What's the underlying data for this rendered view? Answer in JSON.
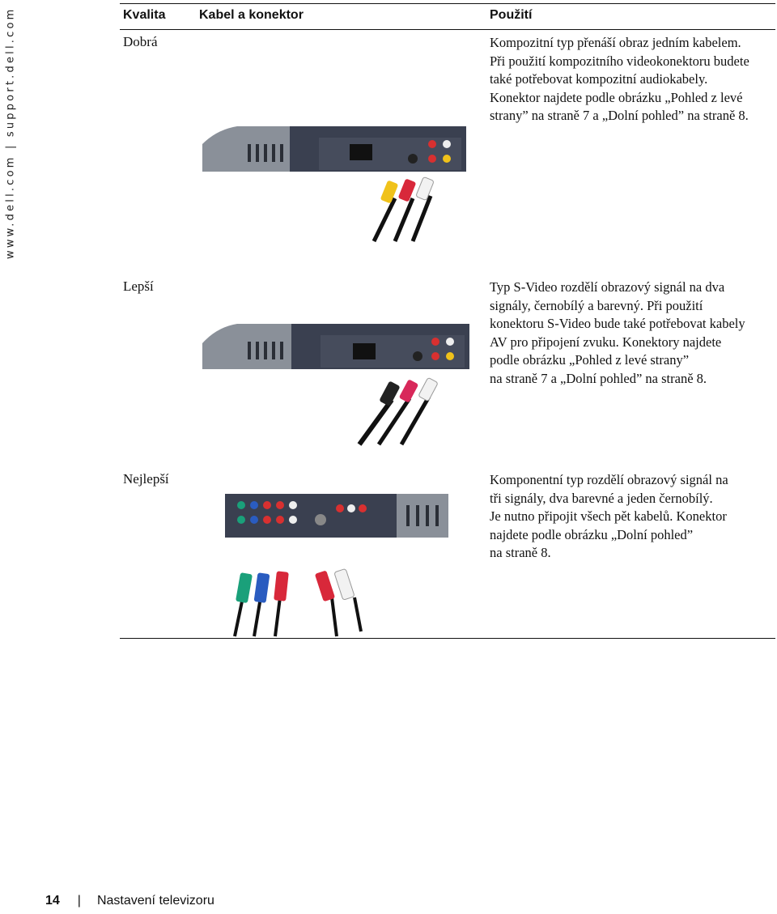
{
  "side_url": "www.dell.com | support.dell.com",
  "table": {
    "headers": {
      "quality": "Kvalita",
      "cable": "Kabel a konektor",
      "usage": "Použití"
    },
    "rows": [
      {
        "quality": "Dobrá",
        "usage_lines": [
          "Kompozitní typ přenáší obraz jedním kabelem.",
          "Při použití kompozitního videokonektoru budete",
          "také potřebovat kompozitní audiokabely.",
          "Konektor najdete podle obrázku „Pohled z levé",
          "strany” na straně 7 a „Dolní pohled” na straně 8."
        ],
        "cable_colors": [
          "#f0c21a",
          "#d8283a",
          "#f2f2f2"
        ]
      },
      {
        "quality": "Lepší",
        "usage_lines": [
          "Typ S-Video rozdělí obrazový signál na dva",
          "signály, černobílý a barevný. Při použití",
          "konektoru S-Video bude také potřebovat kabely",
          "AV pro připojení zvuku. Konektory najdete",
          "podle obrázku „Pohled z levé strany”",
          "na straně 7 a „Dolní pohled” na straně 8."
        ],
        "cable_colors": [
          "#222222",
          "#d8285a",
          "#f2f2f2"
        ]
      },
      {
        "quality": "Nejlepší",
        "usage_lines": [
          "Komponentní typ rozdělí obrazový signál na",
          "tři signály, dva barevné a jeden černobílý.",
          "Je nutno připojit všech pět kabelů. Konektor",
          "najdete podle obrázku „Dolní pohled”",
          "na straně 8."
        ],
        "cable_colors": [
          "#1aa07a",
          "#2a5cc0",
          "#d8283a",
          "#d8283a",
          "#f2f2f2"
        ]
      }
    ]
  },
  "footer": {
    "page_number": "14",
    "separator": "|",
    "section": "Nastavení televizoru"
  }
}
